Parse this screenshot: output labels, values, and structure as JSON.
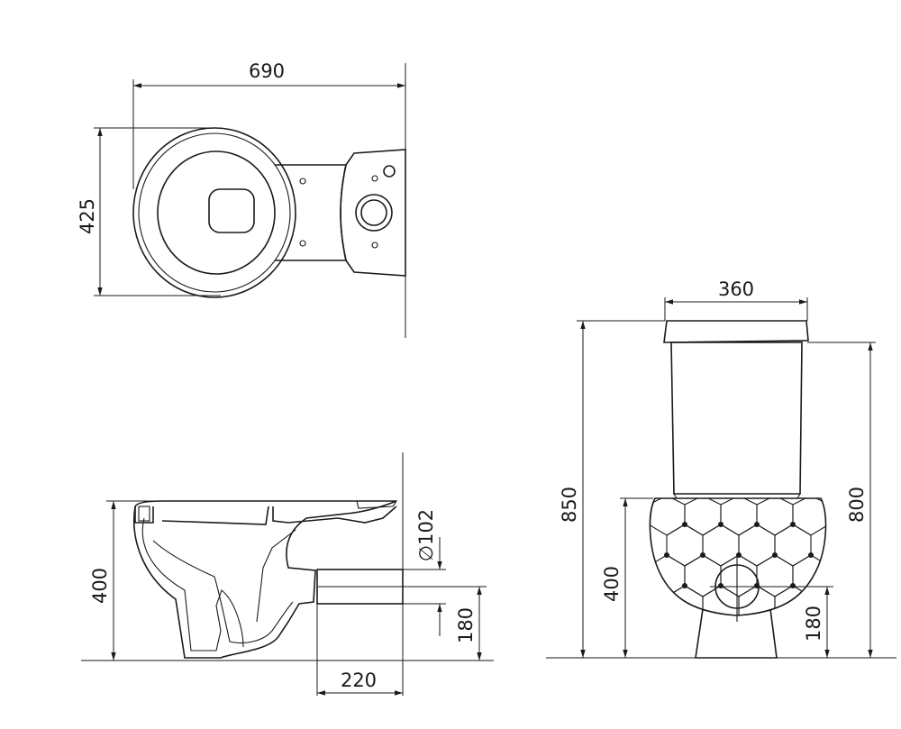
{
  "dimensions": {
    "top_width": "690",
    "top_depth": "425",
    "side_height": "400",
    "outlet_diameter": "∅102",
    "outlet_height_side": "180",
    "outlet_offset": "220",
    "cistern_width": "360",
    "total_height": "850",
    "cistern_height": "800",
    "bowl_height_front": "400",
    "outlet_height_front": "180"
  },
  "colors": {
    "line": "#1a1a1a",
    "background": "#ffffff"
  }
}
